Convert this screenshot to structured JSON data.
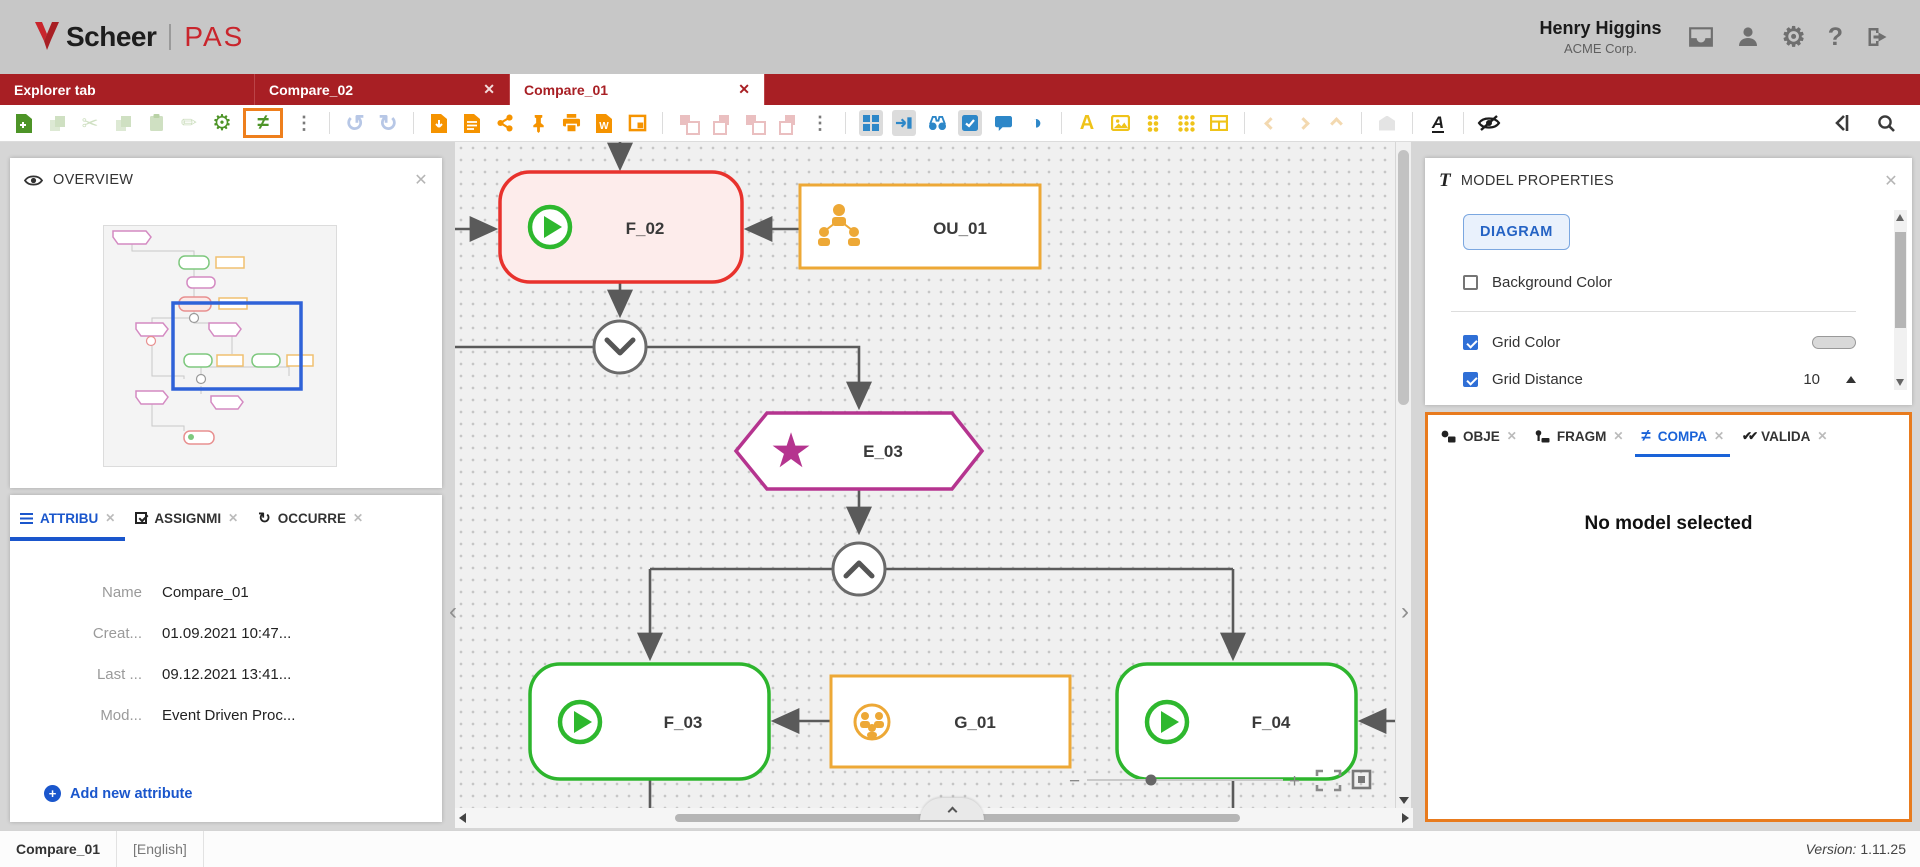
{
  "header": {
    "brand": "Scheer",
    "brand_suffix": "PAS",
    "user_name": "Henry Higgins",
    "user_company": "ACME Corp."
  },
  "tabbar": {
    "tabs": [
      {
        "label": "Explorer tab",
        "active": false,
        "closable": false
      },
      {
        "label": "Compare_02",
        "active": false,
        "closable": true
      },
      {
        "label": "Compare_01",
        "active": true,
        "closable": true
      }
    ]
  },
  "glyphs": {
    "neq": "≠",
    "gear": "⚙",
    "scissors": "✂",
    "pencil": "✏",
    "kebab": "⋮",
    "undo": "↺",
    "redo": "↻",
    "toggle": "◑",
    "font_a": "A",
    "word_w": "W",
    "help": "?",
    "star": "★",
    "validate": "✔✔",
    "occurrences": "↻",
    "minus": "−",
    "plus": "+",
    "chevron_left": "‹",
    "chevron_right": "›"
  },
  "overview": {
    "title": "OVERVIEW"
  },
  "attributes": {
    "tabs": [
      {
        "label": "ATTRIBU",
        "active": true
      },
      {
        "label": "ASSIGNMI",
        "active": false
      },
      {
        "label": "OCCURRE",
        "active": false
      }
    ],
    "rows": [
      {
        "label": "Name",
        "value": "Compare_01"
      },
      {
        "label": "Creat...",
        "value": "01.09.2021 10:47..."
      },
      {
        "label": "Last ...",
        "value": "09.12.2021 13:41..."
      },
      {
        "label": "Mod...",
        "value": "Event Driven Proc..."
      }
    ],
    "add_label": "Add new attribute"
  },
  "diagram": {
    "nodes": [
      {
        "id": "F_02",
        "label": "F_02",
        "type": "function",
        "state": "highlighted-red"
      },
      {
        "id": "OU_01",
        "label": "OU_01",
        "type": "org-unit"
      },
      {
        "id": "E_03",
        "label": "E_03",
        "type": "event"
      },
      {
        "id": "F_03",
        "label": "F_03",
        "type": "function"
      },
      {
        "id": "G_01",
        "label": "G_01",
        "type": "group"
      },
      {
        "id": "F_04",
        "label": "F_04",
        "type": "function"
      }
    ],
    "connectors": [
      "or-down",
      "and-up"
    ]
  },
  "model_properties": {
    "title": "MODEL PROPERTIES",
    "diagram_button": "DIAGRAM",
    "background_color_label": "Background Color",
    "background_color_checked": false,
    "grid_color_label": "Grid Color",
    "grid_color_checked": true,
    "grid_distance_label": "Grid Distance",
    "grid_distance_checked": true,
    "grid_distance_value": "10"
  },
  "compare_panel": {
    "tabs": [
      {
        "label": "OBJE",
        "active": false
      },
      {
        "label": "FRAGM",
        "active": false
      },
      {
        "label": "COMPA",
        "active": true
      },
      {
        "label": "VALIDA",
        "active": false
      }
    ],
    "empty_message": "No model selected"
  },
  "statusbar": {
    "model_name": "Compare_01",
    "language": "[English]",
    "version_label": "Version:",
    "version_value": "1.11.25"
  },
  "colors": {
    "brand_red": "#a81f24",
    "accent_blue": "#1a56cc",
    "highlight_orange": "#e87b1e",
    "node_green": "#2eb82e",
    "node_red": "#e8322d",
    "node_orange": "#eda836",
    "node_magenta": "#b5348f"
  }
}
